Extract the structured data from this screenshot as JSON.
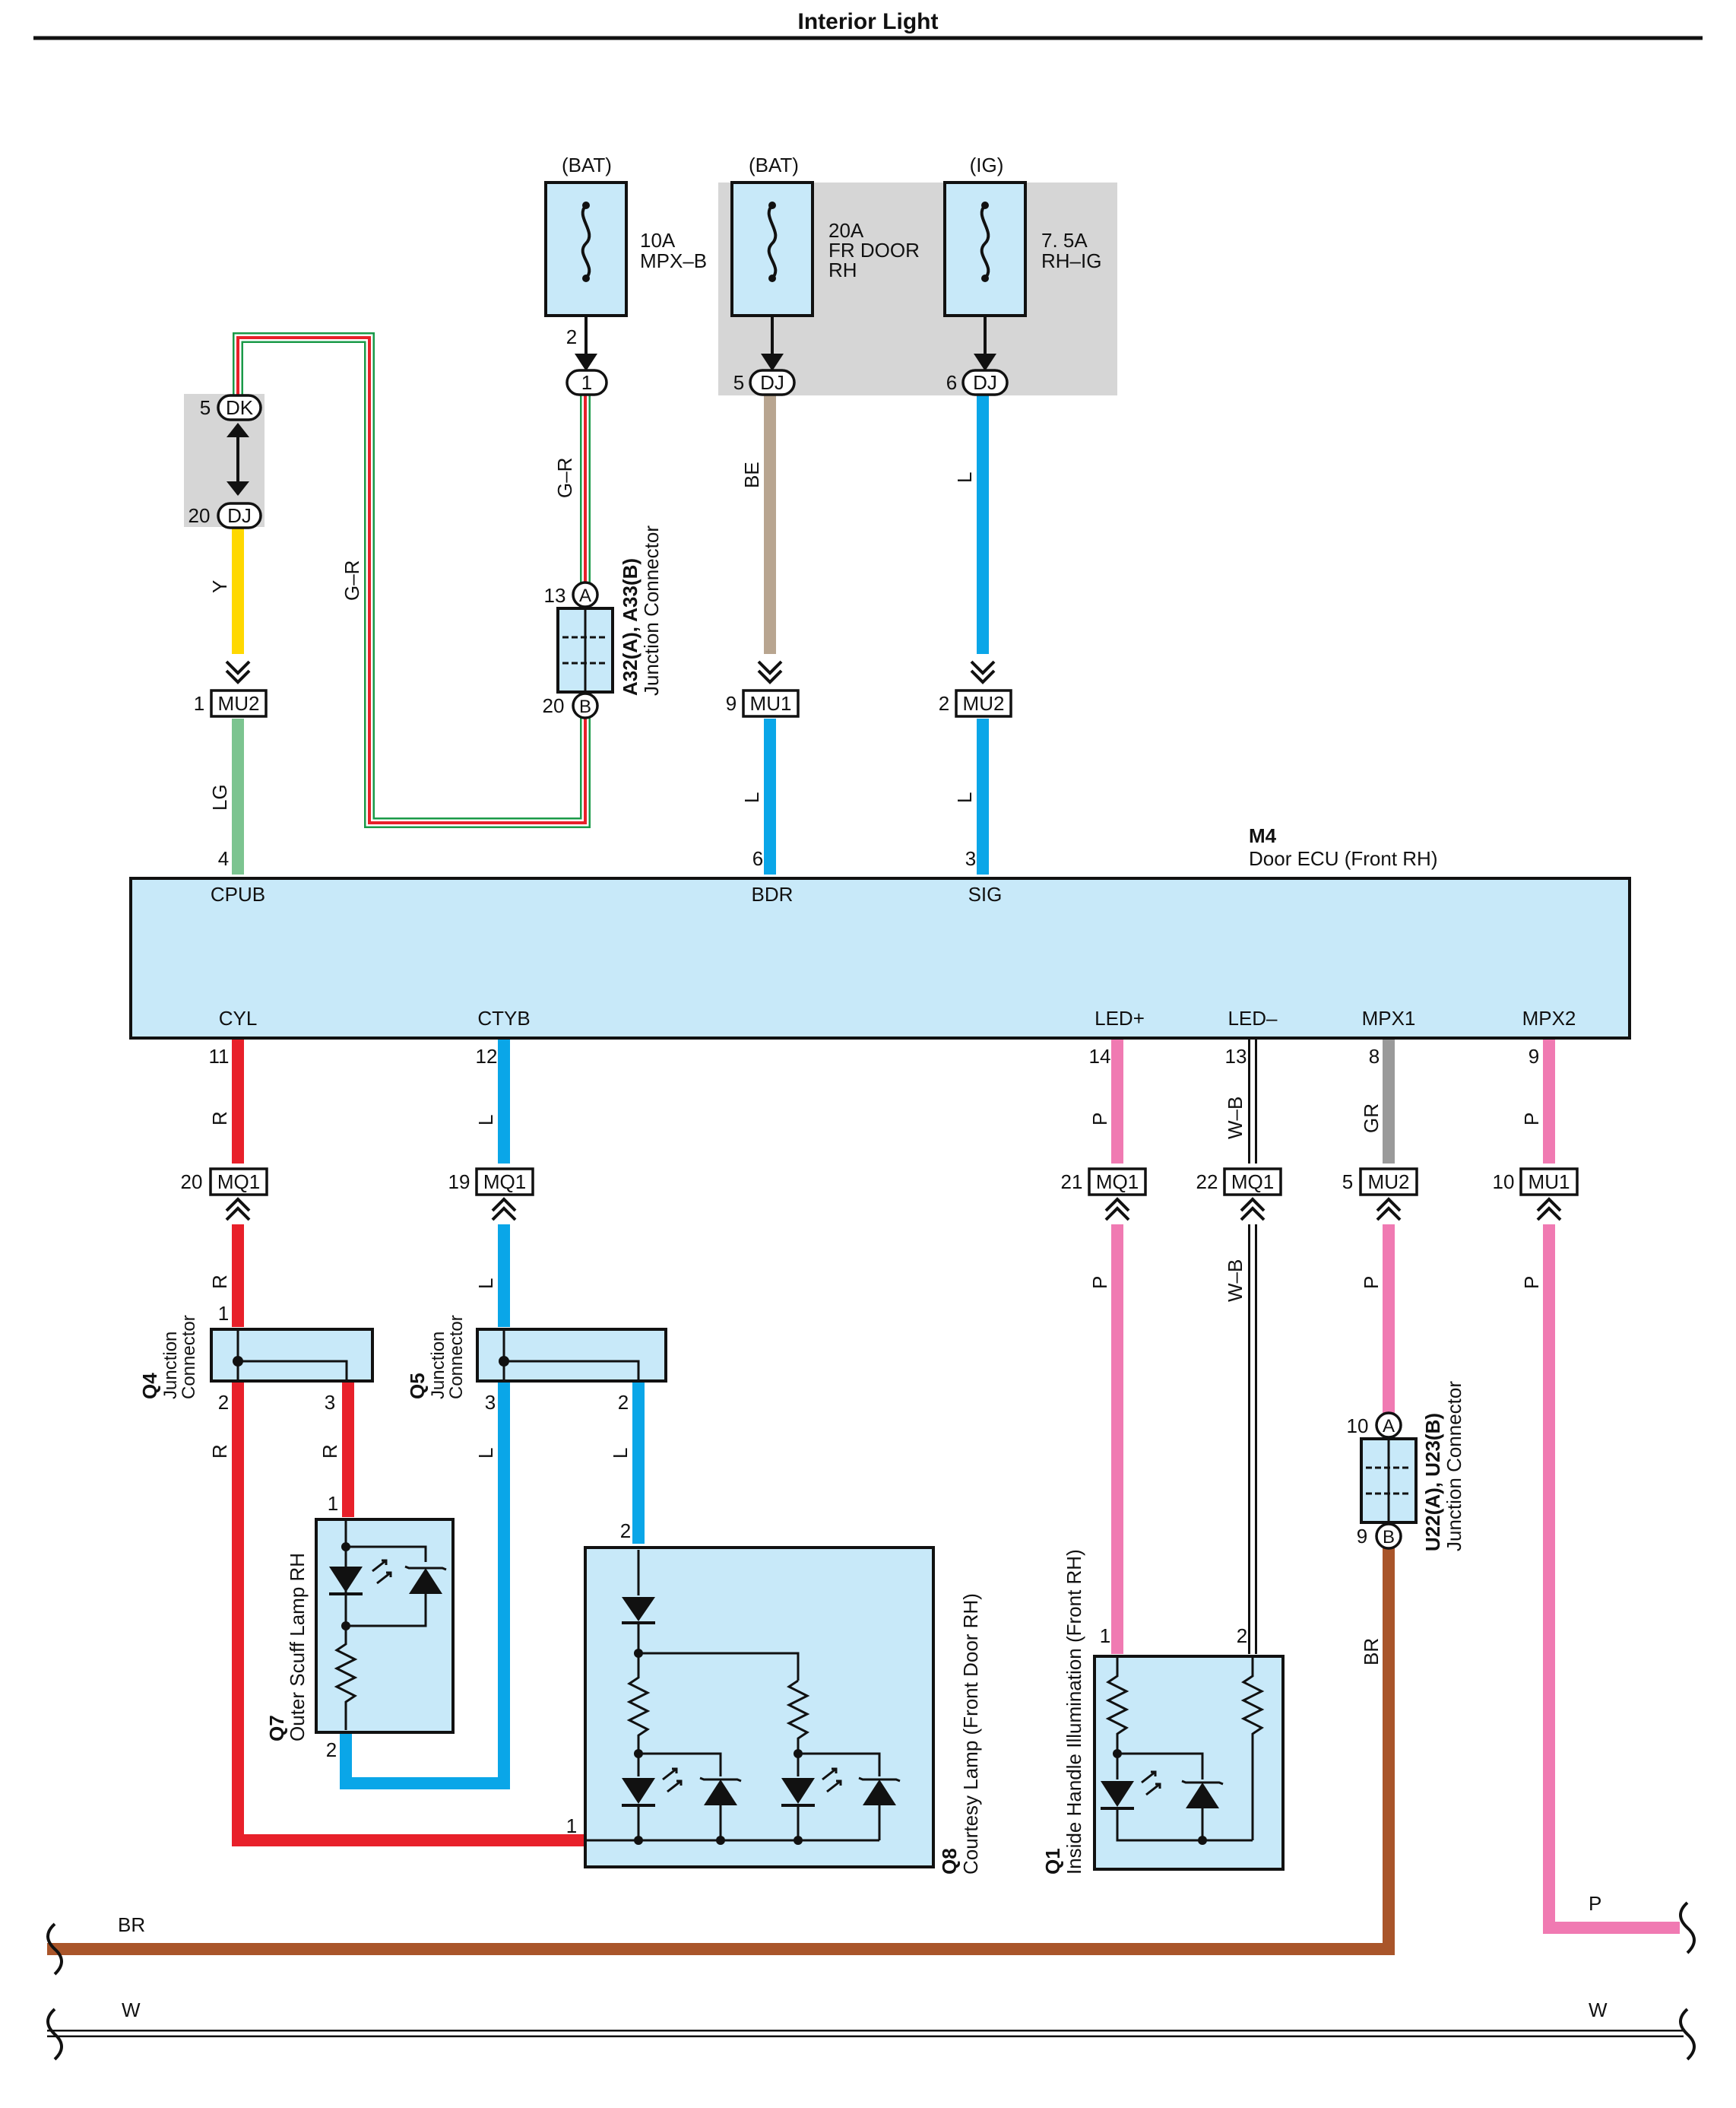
{
  "title": "Interior Light",
  "fuses": [
    {
      "source": "(BAT)",
      "rating": "10A",
      "name": "MPX–B",
      "name2": ""
    },
    {
      "source": "(BAT)",
      "rating": "20A",
      "name": "FR DOOR",
      "name2": "RH"
    },
    {
      "source": "(IG)",
      "rating": "7. 5A",
      "name": "RH–IG",
      "name2": ""
    }
  ],
  "ecu": {
    "code": "M4",
    "name": "Door ECU (Front RH)",
    "top_terminals": [
      {
        "pin": "4",
        "name": "CPUB"
      },
      {
        "pin": "6",
        "name": "BDR"
      },
      {
        "pin": "3",
        "name": "SIG"
      }
    ],
    "bottom_terminals": [
      {
        "pin": "11",
        "name": "CYL"
      },
      {
        "pin": "12",
        "name": "CTYB"
      },
      {
        "pin": "14",
        "name": "LED+"
      },
      {
        "pin": "13",
        "name": "LED–"
      },
      {
        "pin": "8",
        "name": "MPX1"
      },
      {
        "pin": "9",
        "name": "MPX2"
      }
    ]
  },
  "connectors": {
    "dj2": {
      "pin": "2",
      "label": "1"
    },
    "dj5": {
      "pin": "5",
      "label": "DJ"
    },
    "dj6": {
      "pin": "6",
      "label": "DJ"
    },
    "dk5": {
      "pin": "5",
      "label": "DK"
    },
    "dj20": {
      "pin": "20",
      "label": "DJ"
    },
    "mu2_1": {
      "pin": "1",
      "label": "MU2"
    },
    "mu1_9": {
      "pin": "9",
      "label": "MU1"
    },
    "mu2_2": {
      "pin": "2",
      "label": "MU2"
    },
    "mq1_20": {
      "pin": "20",
      "label": "MQ1"
    },
    "mq1_19": {
      "pin": "19",
      "label": "MQ1"
    },
    "mq1_21": {
      "pin": "21",
      "label": "MQ1"
    },
    "mq1_22": {
      "pin": "22",
      "label": "MQ1"
    },
    "mu2_5": {
      "pin": "5",
      "label": "MU2"
    },
    "mu1_10": {
      "pin": "10",
      "label": "MU1"
    }
  },
  "junctions": {
    "a32": {
      "code": "A32(A), A33(B)",
      "name": "Junction Connector",
      "pin_a": "13",
      "pin_b": "20",
      "a": "A",
      "b": "B"
    },
    "u22": {
      "code": "U22(A), U23(B)",
      "name": "Junction Connector",
      "pin_a": "10",
      "pin_b": "9",
      "a": "A",
      "b": "B"
    },
    "q4": {
      "code": "Q4",
      "name": "Junction",
      "name2": "Connector",
      "p1": "1",
      "p2": "2",
      "p3": "3"
    },
    "q5": {
      "code": "Q5",
      "name": "Junction",
      "name2": "Connector",
      "p3": "3",
      "p2": "2"
    }
  },
  "components": {
    "q7": {
      "code": "Q7",
      "name": "Outer Scuff Lamp RH",
      "pin1": "1",
      "pin2": "2"
    },
    "q8": {
      "code": "Q8",
      "name": "Courtesy Lamp (Front Door RH)",
      "pin1": "1",
      "pin2": "2"
    },
    "q1": {
      "code": "Q1",
      "name": "Inside Handle Illumination (Front RH)",
      "pin1": "1",
      "pin2": "2"
    }
  },
  "wire_colors": {
    "gr_a": "G–R",
    "gr_b": "G–R",
    "be": "BE",
    "l_sig": "L",
    "y": "Y",
    "lg": "LG",
    "l_bdr": "L",
    "l_sig2": "L",
    "r1": "R",
    "r2": "R",
    "r3": "R",
    "r4": "R",
    "l1": "L",
    "l2": "L",
    "l3": "L",
    "l4": "L",
    "p1": "P",
    "p2": "P",
    "wb1": "W–B",
    "wb2": "W–B",
    "gr": "GR",
    "p3": "P",
    "p4": "P",
    "p5": "P",
    "br": "BR",
    "br_bus": "BR",
    "p_bus": "P",
    "w_left": "W",
    "w_right": "W"
  },
  "colors": {
    "red": "#e8202a",
    "blue": "#0aa6e8",
    "yellow": "#ffd800",
    "green": "#1a9a48",
    "light_green": "#7cc490",
    "tan": "#b8a590",
    "pink": "#f07ab2",
    "gray": "#9a9a9a",
    "brown": "#a9552a",
    "box_fill": "#c8e9f9",
    "shade": "#d6d6d6"
  }
}
